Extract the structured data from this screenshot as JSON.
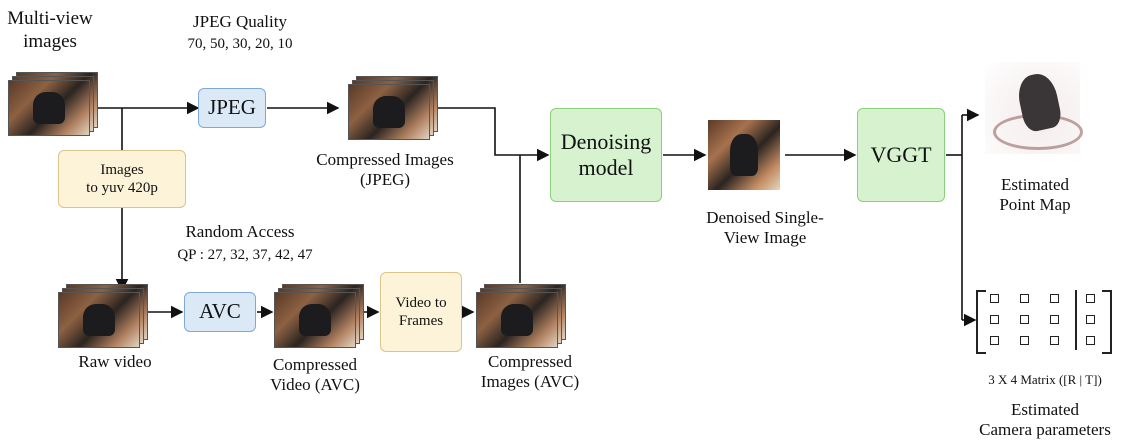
{
  "labels": {
    "multiview": "Multi-view\nimages",
    "jpeg_quality_title": "JPEG Quality",
    "jpeg_quality_values": "70, 50, 30, 20, 10",
    "compressed_jpeg": "Compressed Images\n(JPEG)",
    "random_access_title": "Random Access",
    "random_access_values": "QP : 27, 32, 37, 42, 47",
    "raw_video": "Raw video",
    "compressed_video": "Compressed\nVideo (AVC)",
    "compressed_avc": "Compressed\nImages (AVC)",
    "denoised": "Denoised Single-\nView Image",
    "point_map": "Estimated\nPoint Map",
    "matrix_caption": "3 X 4 Matrix ([R | T])",
    "camera_params": "Estimated\nCamera parameters"
  },
  "boxes": {
    "jpeg": "JPEG",
    "images_to_yuv": "Images\nto yuv 420p",
    "avc": "AVC",
    "video_to_frames": "Video to\nFrames",
    "denoising": "Denoising\nmodel",
    "vggt": "VGGT"
  },
  "colors": {
    "blue_fill": "#dbe9f7",
    "yellow_fill": "#fcf3d8",
    "green_fill": "#d6f2cf"
  }
}
